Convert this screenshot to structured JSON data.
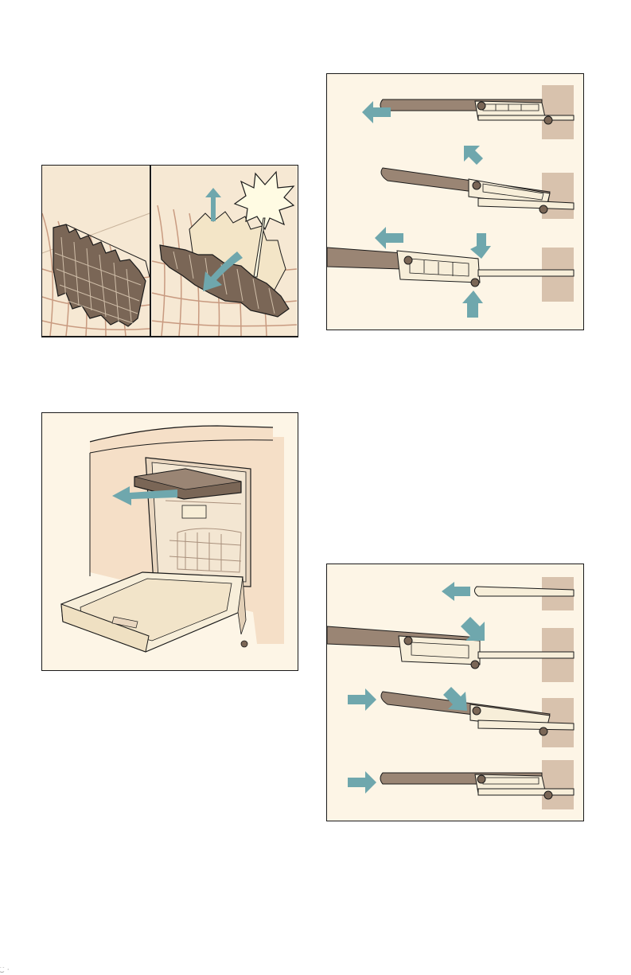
{
  "figures": [
    {
      "id": "cutlery-rack-removal",
      "description_icon": "cutlery-rack-icon"
    },
    {
      "id": "top-basket-removal",
      "description_icon": "dishwasher-icon"
    },
    {
      "id": "rail-removal-steps",
      "description_icon": "rail-icon"
    },
    {
      "id": "rail-insertion-steps",
      "description_icon": "rail-icon"
    }
  ],
  "colors": {
    "background": "#fdf5e6",
    "arrow": "#6fa7ad",
    "rail": "#9a8574",
    "rack": "#7a6656",
    "outline": "#1a1a1a",
    "wall": "#d8c2ad"
  },
  "footer": {
    "mark": "⁐ ⋅"
  }
}
